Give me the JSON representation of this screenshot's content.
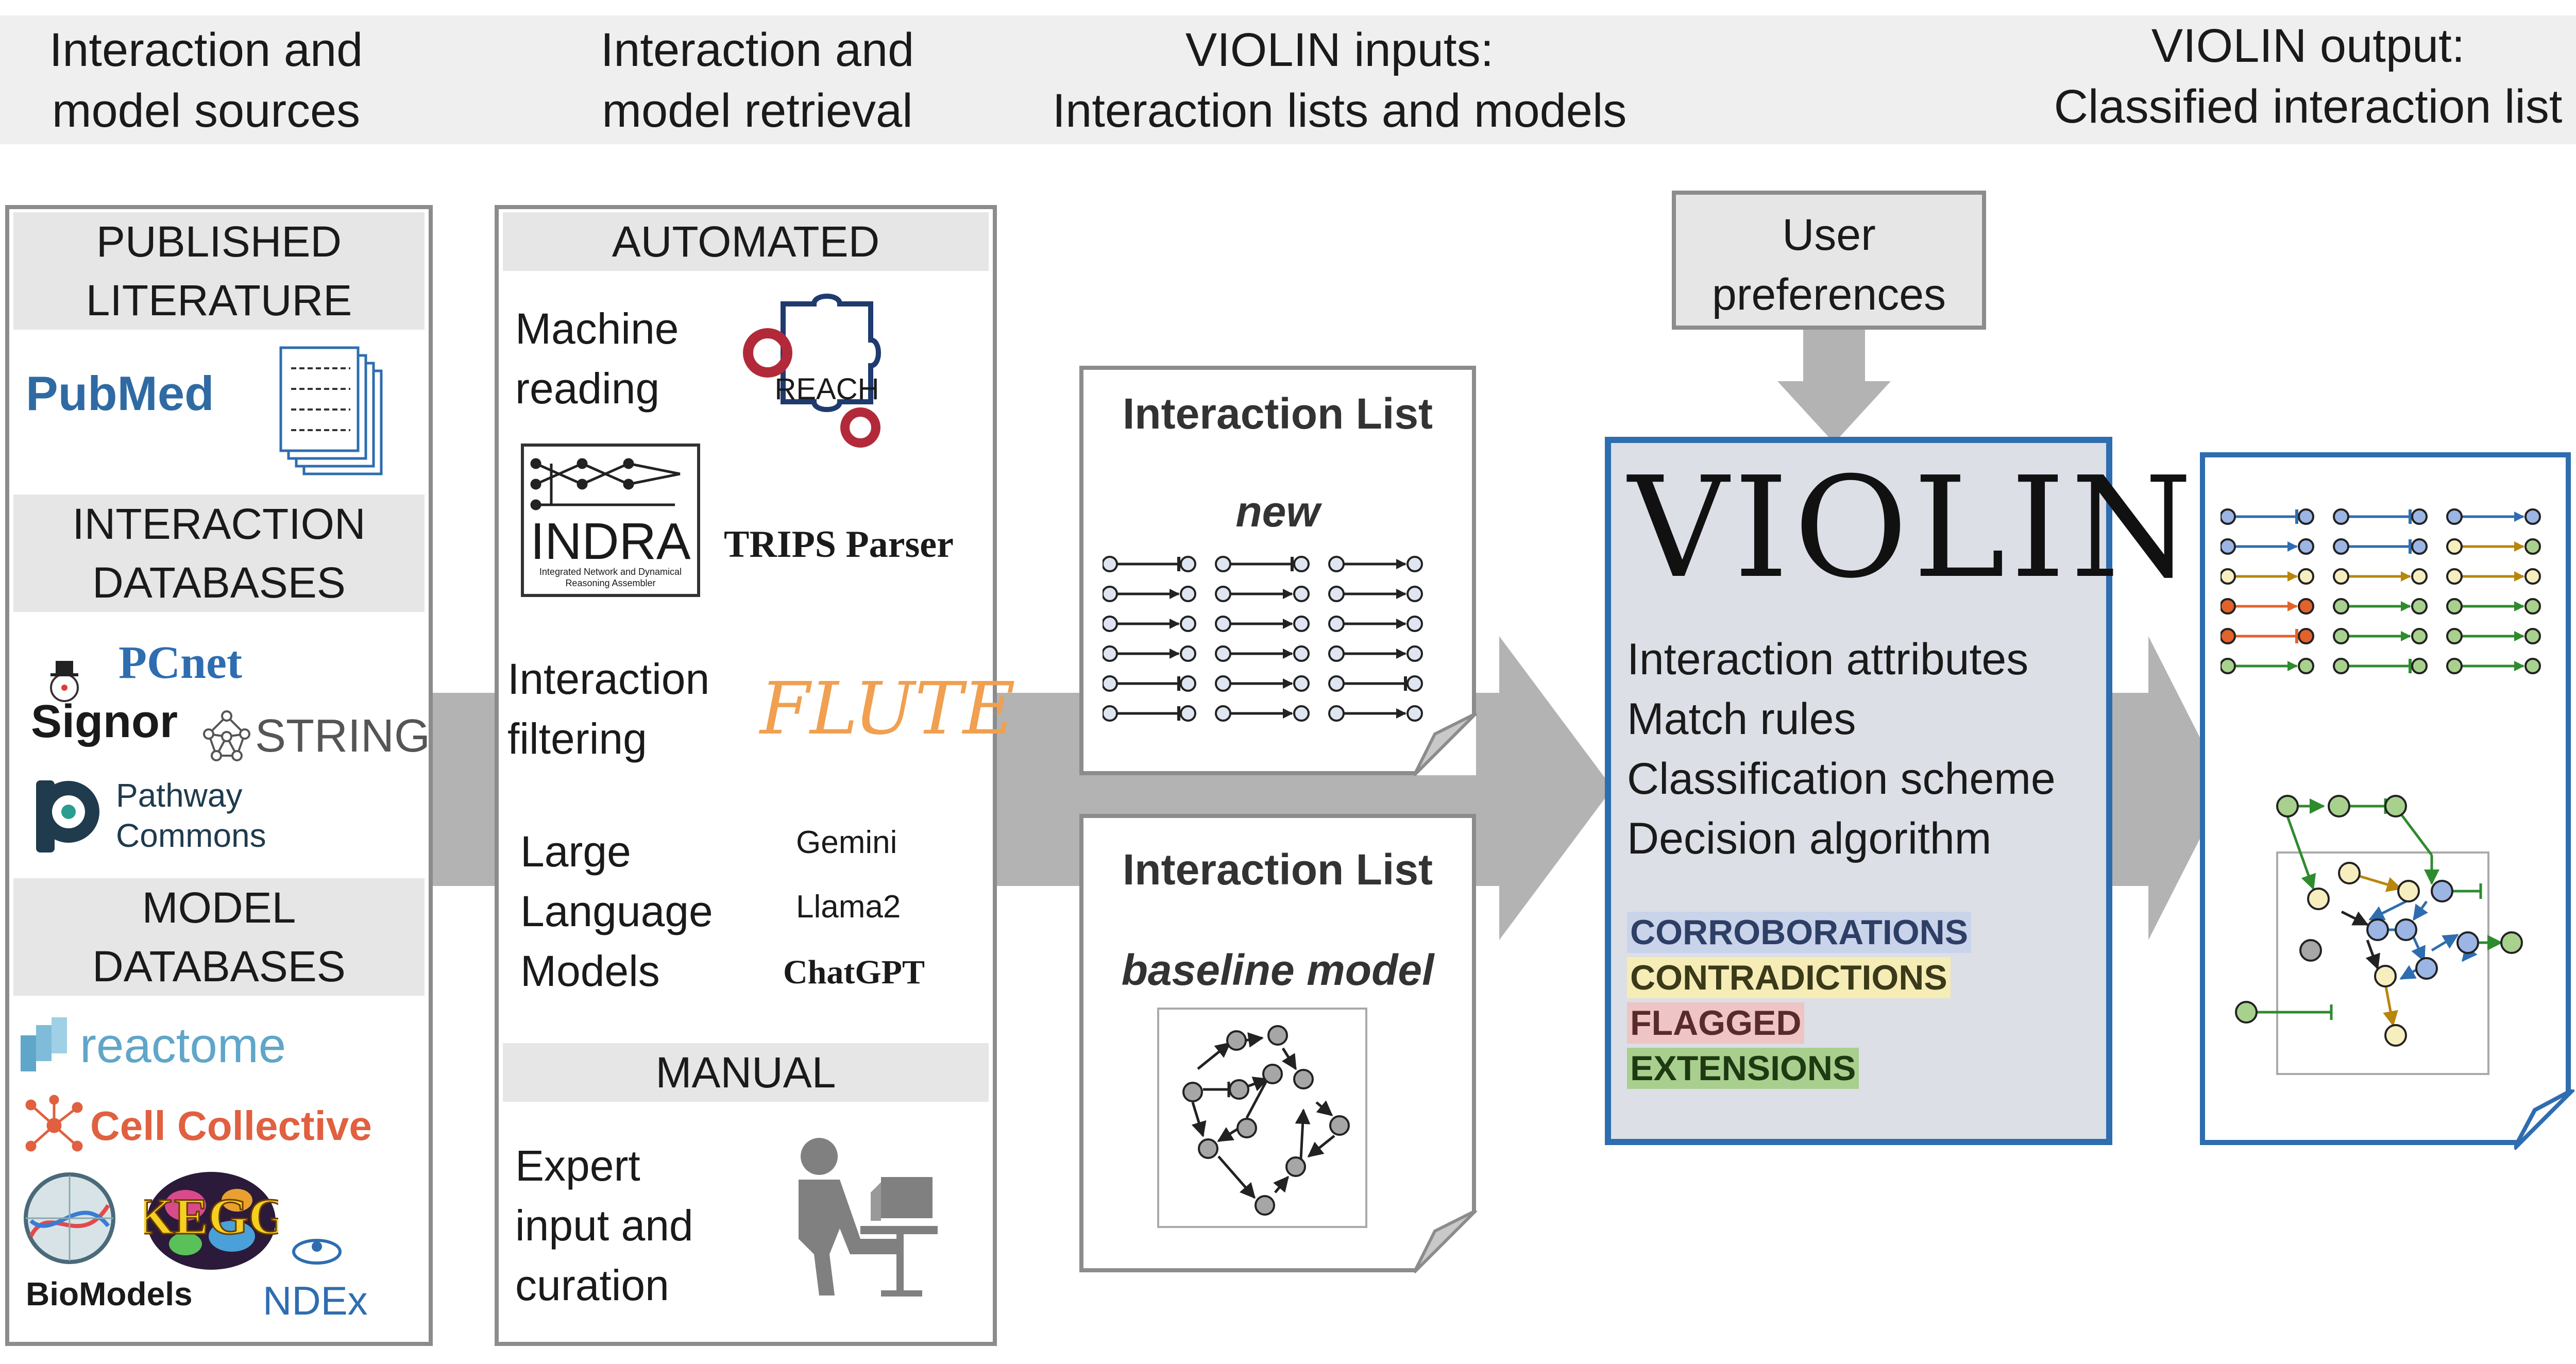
{
  "headers": {
    "sources": [
      "Interaction and",
      "model sources"
    ],
    "retrieval": [
      "Interaction and",
      "model  retrieval"
    ],
    "inputs": [
      "VIOLIN inputs:",
      "Interaction lists and models"
    ],
    "output": [
      "VIOLIN output:",
      "Classified interaction list"
    ]
  },
  "sources": {
    "published_literature": [
      "PUBLISHED",
      "LITERATURE"
    ],
    "pubmed_logo": "PubMed",
    "interaction_databases": [
      "INTERACTION",
      "DATABASES"
    ],
    "pcnet": "PCnet",
    "signor": "Signor",
    "string": "STRING",
    "pathway_commons": [
      "Pathway",
      "Commons"
    ],
    "model_databases": [
      "MODEL",
      "DATABASES"
    ],
    "reactome": "reactome",
    "cell_collective": "Cell Collective",
    "kegg": "KEGG",
    "biomodels": "BioModels",
    "ndex": "NDEx"
  },
  "retrieval": {
    "automated": "AUTOMATED",
    "machine_reading": [
      "Machine",
      "reading"
    ],
    "reach": "REACH",
    "indra": "INDRA",
    "indra_caption": [
      "Integrated Network and Dynamical",
      "Reasoning Assembler"
    ],
    "trips": "TRIPS Parser",
    "interaction_filtering": [
      "Interaction",
      "filtering"
    ],
    "flute": "FLUTE",
    "llm": [
      "Large",
      "Language",
      "Models"
    ],
    "gemini": "Gemini",
    "llama": "Llama2",
    "chatgpt": "ChatGPT",
    "manual": "MANUAL",
    "expert": [
      "Expert",
      "input and",
      "curation"
    ]
  },
  "inputs": {
    "list_new_title": "Interaction List",
    "list_new_sub": "new",
    "list_base_title": "Interaction List",
    "list_base_sub": "baseline model"
  },
  "user_preferences": [
    "User",
    "preferences"
  ],
  "violin": {
    "logo": "VIOLIN",
    "lines": [
      "Interaction attributes",
      "Match rules",
      "Classification scheme",
      "Decision algorithm"
    ],
    "categories": [
      {
        "label": "CORROBORATIONS",
        "color": "#c9d3ea"
      },
      {
        "label": "CONTRADICTIONS",
        "color": "#f6ecb6"
      },
      {
        "label": "FLAGGED",
        "color": "#eec4c4"
      },
      {
        "label": "EXTENSIONS",
        "color": "#a9cf8e"
      }
    ]
  },
  "colors": {
    "accent_blue": "#2e6db0",
    "node_blue": "#9bb5e4",
    "node_yellow": "#f7eec0",
    "node_red": "#e2622c",
    "node_green": "#a9d18e",
    "node_gray": "#a6a6a6",
    "arrow_gray": "#b3b3b3"
  }
}
